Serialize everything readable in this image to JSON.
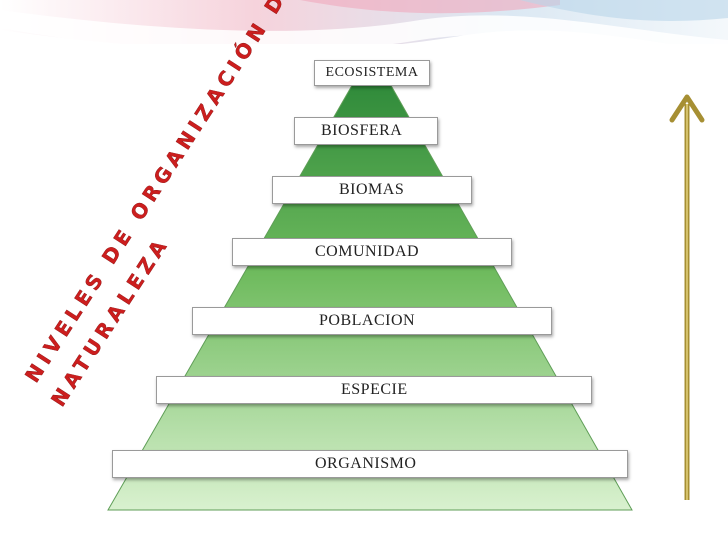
{
  "title_line1": "NIVELES DE ORGANIZACIÓN DE LA",
  "title_line2": "NATURALEZA",
  "levels": [
    "ECOSISTEMA",
    "BIOSFERA",
    "BIOMAS",
    "COMUNIDAD",
    "POBLACION",
    "ESPECIE",
    "ORGANISMO"
  ],
  "colors": {
    "pyramid_top": "#2f8a3a",
    "pyramid_mid": "#7cc36b",
    "pyramid_bottom": "#d6f0cc",
    "title": "#cc1e1e",
    "arrow": "#b8a24a",
    "header_pink": "#f3b8c8",
    "header_blue": "#cfe3f2"
  }
}
